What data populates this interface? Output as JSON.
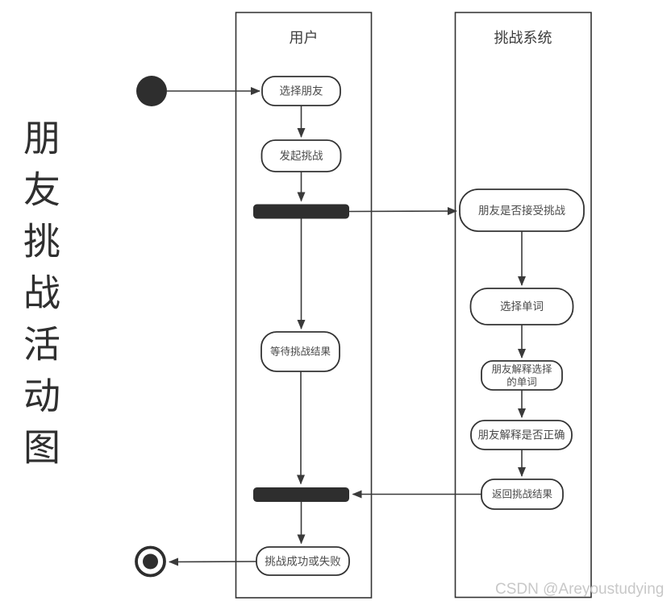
{
  "diagram": {
    "title": "朋友挑战活动图",
    "watermark": "CSDN @Areyoustudying",
    "lanes": {
      "user": {
        "label": "用户"
      },
      "system": {
        "label": "挑战系统"
      }
    },
    "nodes": {
      "select_friend": "选择朋友",
      "initiate_challenge": "发起挑战",
      "wait_result": "等待挑战结果",
      "success_or_fail": "挑战成功或失败",
      "friend_accept": "朋友是否接受挑战",
      "select_word": "选择单词",
      "friend_explain": {
        "line1": "朋友解释选择",
        "line2": "的单词"
      },
      "explain_correct": "朋友解释是否正确",
      "return_result": "返回挑战结果"
    },
    "colors": {
      "background": "#ffffff",
      "line": "#3a3a3a",
      "node_border": "#333333",
      "node_fill": "#ffffff",
      "bar_fill": "#2e2e2e",
      "node_text": "#4a4a4a",
      "lane_text": "#3d3d3d",
      "title_text": "#2f2f2f",
      "watermark_text": "#c8c8c8"
    }
  }
}
